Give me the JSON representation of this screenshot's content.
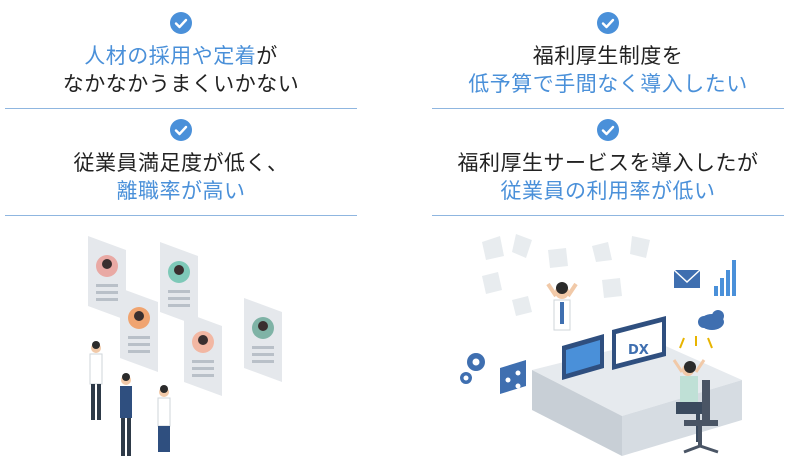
{
  "colors": {
    "accent": "#4a90d9",
    "text": "#222222",
    "rule": "#8fb6e0",
    "card": "#e5e8ec",
    "card_line": "#b9c0c8"
  },
  "icons": {
    "check": "check-circle-icon"
  },
  "left": {
    "items": [
      {
        "line1_blue": "人材の採用や定着",
        "line1_dark": "が",
        "line2_dark": "なかなかうまくいかない"
      },
      {
        "line1_dark": "従業員満足度が低く、",
        "line2_blue": "離職率が高い"
      }
    ]
  },
  "right": {
    "items": [
      {
        "line1_dark": "福利厚生制度を",
        "line2_blue": "低予算で手間なく導入したい"
      },
      {
        "line1_dark": "福利厚生サービスを導入したが",
        "line2_blue": "従業員の利用率が低い"
      }
    ],
    "monitor_label": "DX"
  }
}
